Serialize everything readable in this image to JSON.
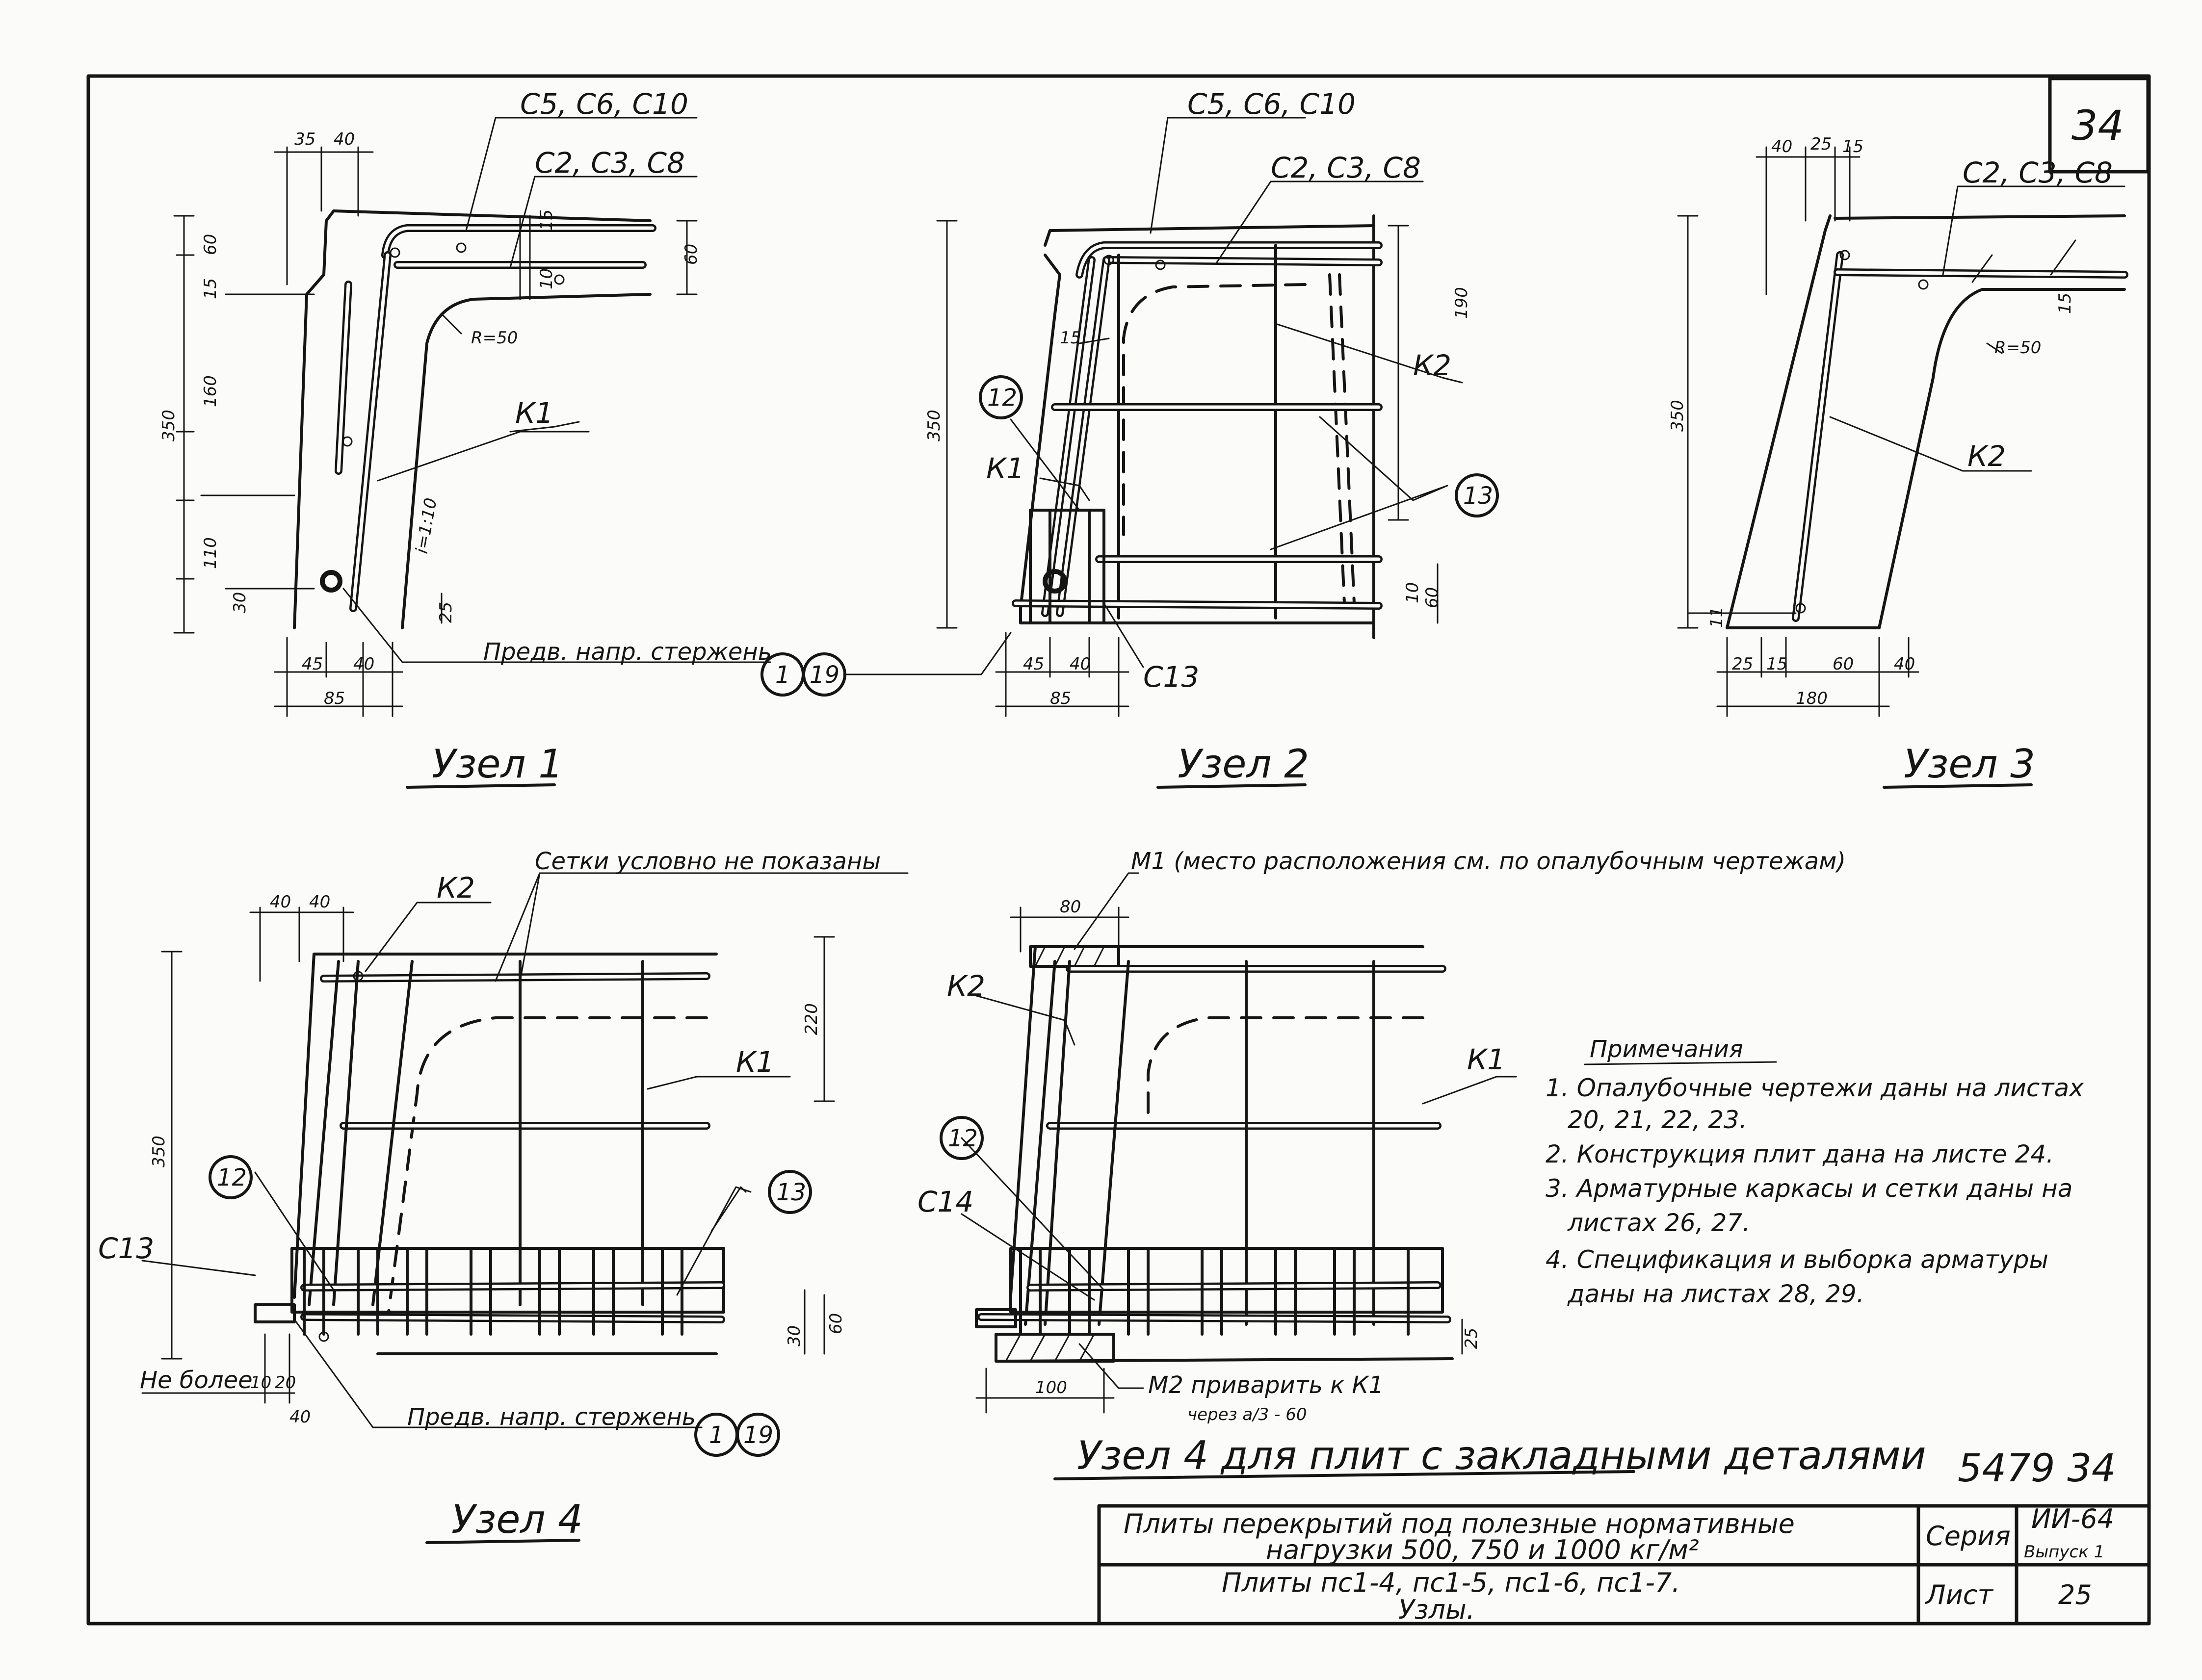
{
  "sheet": {
    "page_number": "34",
    "doc_number": "5479 34",
    "stamp": {
      "title_line1": "Плиты перекрытий под полезные нормативные",
      "title_line2": "нагрузки 500, 750 и 1000 кг/м²",
      "title_line3": "Плиты пс1-4, пс1-5, пс1-6, пс1-7.",
      "title_line4": "Узлы.",
      "series_label": "Серия",
      "series_value": "ИИ-64",
      "issue_value": "Выпуск 1",
      "sheet_label": "Лист",
      "sheet_value": "25"
    }
  },
  "nodes": {
    "node1": {
      "title": "Узел 1",
      "labels": {
        "top1": "С5, С6, С10",
        "top2": "С2, С3, С8",
        "frame": "К1",
        "radius": "R=50",
        "slope": "i=1:10",
        "tendon": "Предв. напр. стержень",
        "tendon_n1": "1",
        "tendon_n2": "19"
      },
      "dims": {
        "d35": "35",
        "d40a": "40",
        "d60a": "60",
        "d15": "15",
        "d160": "160",
        "d350": "350",
        "d110": "110",
        "d30": "30",
        "d15b": "15",
        "d10": "10",
        "d60b": "60",
        "d25": "25",
        "d45": "45",
        "d40b": "40",
        "d85": "85"
      }
    },
    "node2": {
      "title": "Узел 2",
      "labels": {
        "top1": "С5, С6, С10",
        "top2": "С2, С3, С8",
        "frame2": "К2",
        "frame1": "К1",
        "n12": "12",
        "n13": "13",
        "c13": "С13"
      },
      "dims": {
        "d15": "15",
        "d350": "350",
        "d190": "190",
        "d60": "60",
        "d10": "10",
        "d45": "45",
        "d40": "40",
        "d85": "85"
      }
    },
    "node3": {
      "title": "Узел 3",
      "labels": {
        "top": "С2, С3, С8",
        "frame": "К2",
        "radius": "R=50"
      },
      "dims": {
        "d40": "40",
        "d25": "25",
        "d15": "15",
        "d350": "350",
        "d15b": "15",
        "d11": "11",
        "d25b": "25",
        "d15c": "15",
        "d60": "60",
        "d40b": "40",
        "d180": "180"
      }
    },
    "node4": {
      "title": "Узел 4",
      "labels": {
        "nets": "Сетки условно не показаны",
        "frame2": "К2",
        "frame1": "К1",
        "n12": "12",
        "n13": "13",
        "c13": "С13",
        "no_more": "Не более",
        "tendon": "Предв. напр. стержень",
        "tendon_n1": "1",
        "tendon_n2": "19"
      },
      "dims": {
        "d40a": "40",
        "d40b": "40",
        "d350": "350",
        "d220": "220",
        "d30": "30",
        "d60": "60",
        "d10": "10",
        "d20": "20",
        "d40c": "40"
      }
    },
    "node4b": {
      "title": "Узел 4 для плит с закладными деталями",
      "labels": {
        "m1": "М1 (место расположения см. по опалубочным чертежам)",
        "frame2": "К2",
        "frame1": "К1",
        "n12": "12",
        "c14": "С14",
        "m2": "М2 приварить к К1",
        "m2b": "через a/3 - 60"
      },
      "dims": {
        "d80": "80",
        "d100": "100",
        "d25": "25"
      }
    }
  },
  "notes": {
    "heading": "Примечания",
    "items": [
      "1. Опалубочные чертежи даны на листах",
      "20, 21, 22, 23.",
      "2. Конструкция плит дана на листе 24.",
      "3. Арматурные каркасы и сетки даны на",
      "листах 26, 27.",
      "4. Спецификация и выборка арматуры",
      "даны на листах 28, 29."
    ]
  }
}
